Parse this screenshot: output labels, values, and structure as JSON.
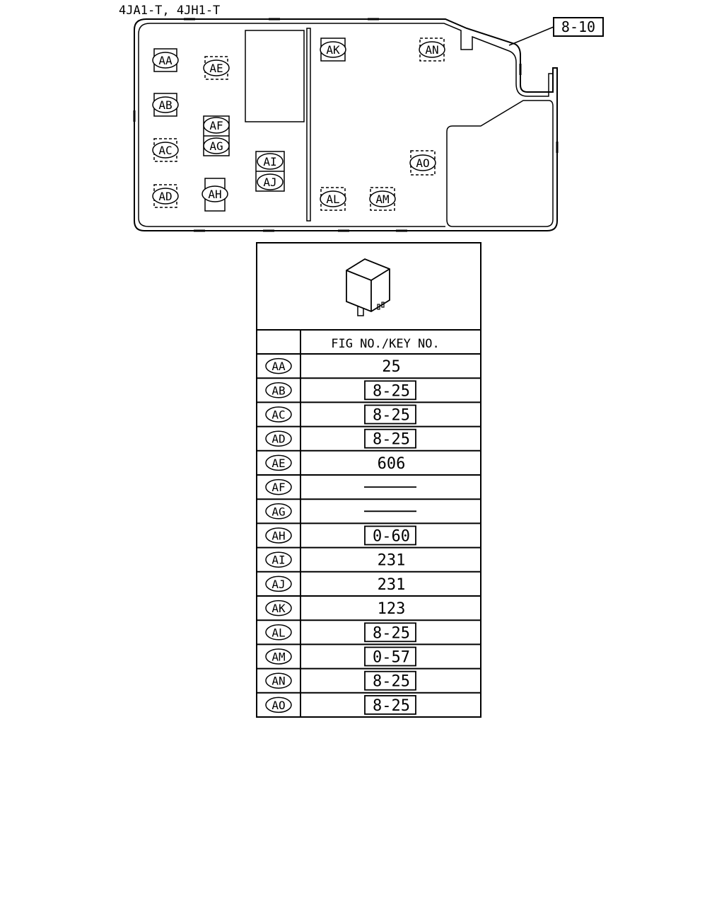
{
  "header": {
    "engine_models": "4JA1-T, 4JH1-T",
    "figure_ref": "8-10"
  },
  "layout_labels": {
    "AA": "AA",
    "AB": "AB",
    "AC": "AC",
    "AD": "AD",
    "AE": "AE",
    "AF": "AF",
    "AG": "AG",
    "AH": "AH",
    "AI": "AI",
    "AJ": "AJ",
    "AK": "AK",
    "AL": "AL",
    "AM": "AM",
    "AN": "AN",
    "AO": "AO"
  },
  "table": {
    "header": "FIG NO./KEY NO.",
    "rows": [
      {
        "key": "AA",
        "ref": "25",
        "boxed": false,
        "blank": false
      },
      {
        "key": "AB",
        "ref": "8-25",
        "boxed": true,
        "blank": false
      },
      {
        "key": "AC",
        "ref": "8-25",
        "boxed": true,
        "blank": false
      },
      {
        "key": "AD",
        "ref": "8-25",
        "boxed": true,
        "blank": false
      },
      {
        "key": "AE",
        "ref": "606",
        "boxed": false,
        "blank": false
      },
      {
        "key": "AF",
        "ref": "",
        "boxed": false,
        "blank": true
      },
      {
        "key": "AG",
        "ref": "",
        "boxed": false,
        "blank": true
      },
      {
        "key": "AH",
        "ref": "0-60",
        "boxed": true,
        "blank": false
      },
      {
        "key": "AI",
        "ref": "231",
        "boxed": false,
        "blank": false
      },
      {
        "key": "AJ",
        "ref": "231",
        "boxed": false,
        "blank": false
      },
      {
        "key": "AK",
        "ref": "123",
        "boxed": false,
        "blank": false
      },
      {
        "key": "AL",
        "ref": "8-25",
        "boxed": true,
        "blank": false
      },
      {
        "key": "AM",
        "ref": "0-57",
        "boxed": true,
        "blank": false
      },
      {
        "key": "AN",
        "ref": "8-25",
        "boxed": true,
        "blank": false
      },
      {
        "key": "AO",
        "ref": "8-25",
        "boxed": true,
        "blank": false
      }
    ]
  }
}
